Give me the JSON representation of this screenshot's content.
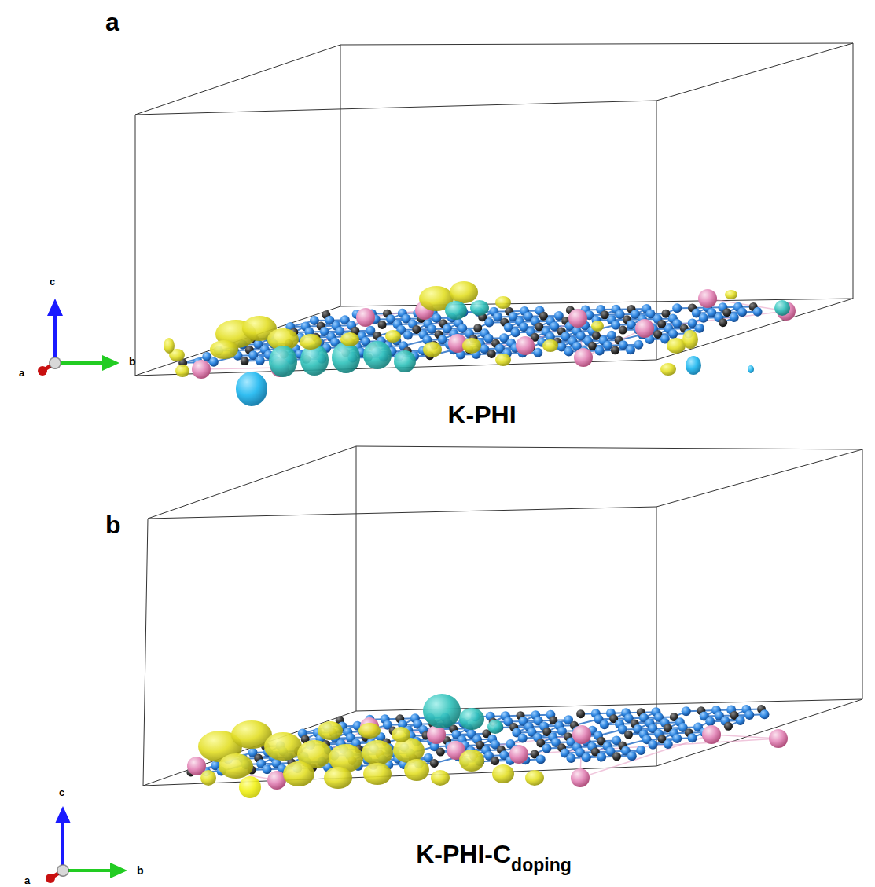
{
  "diagram": {
    "labels": [
      "a",
      "c",
      "b",
      "a",
      "K-PHI",
      "b",
      "c",
      "b",
      "a",
      "K-PHI-C",
      "doping"
    ]
  }
}
